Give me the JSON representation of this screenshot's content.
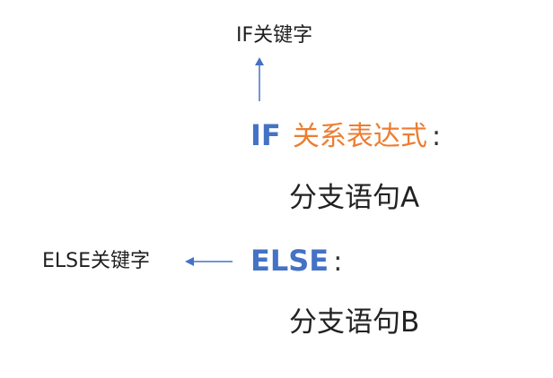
{
  "colors": {
    "keyword": "#4472c4",
    "expression": "#ed7d31",
    "arrow": "#4472c4",
    "text": "#222222"
  },
  "annotations": {
    "if_keyword_label": "IF关键字",
    "else_keyword_label": "ELSE关键字"
  },
  "code": {
    "if_keyword": "IF",
    "if_expression": "关系表达式",
    "if_colon": ":",
    "statement_a": "分支语句A",
    "else_keyword": "ELSE",
    "else_colon": ":",
    "statement_b": "分支语句B"
  }
}
